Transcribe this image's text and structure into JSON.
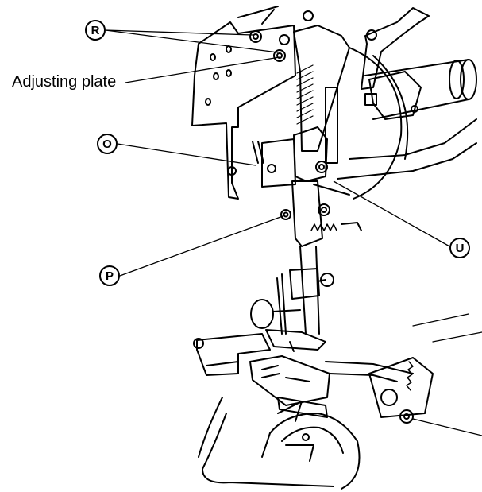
{
  "diagram": {
    "labels": {
      "R": "R",
      "O": "O",
      "P": "P",
      "U": "U",
      "adjusting_plate": "Adjusting plate"
    },
    "colors": {
      "ink": "#000000",
      "paper": "#ffffff"
    }
  }
}
